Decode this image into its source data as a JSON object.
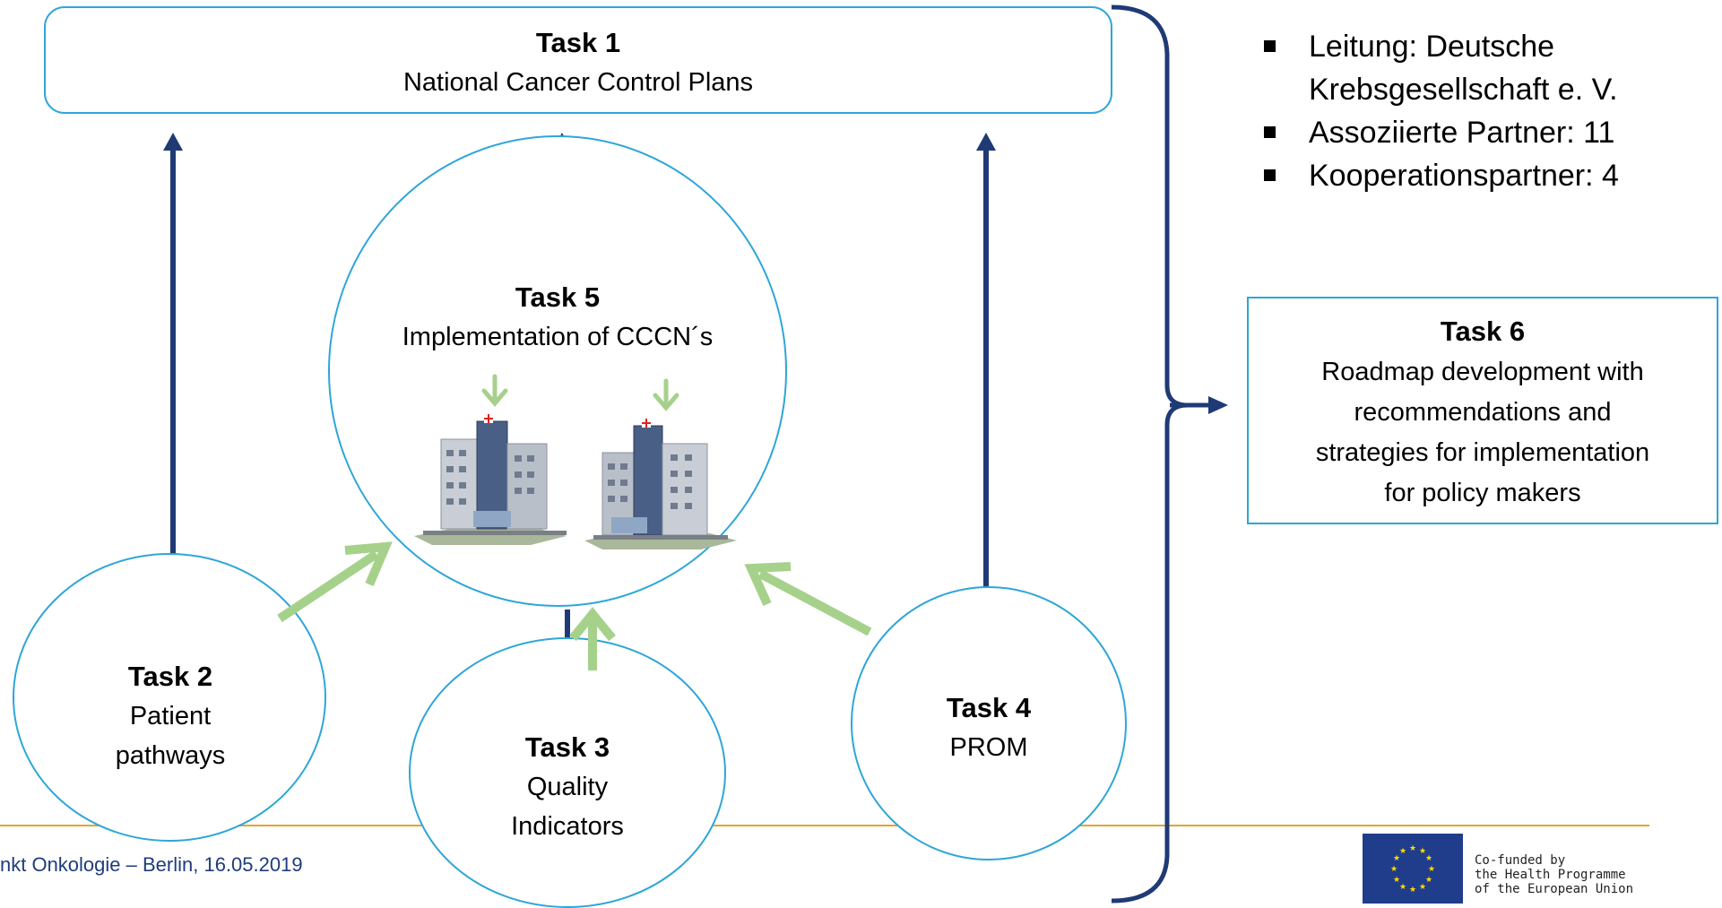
{
  "task1": {
    "title": "Task 1",
    "desc": "National Cancer Control Plans"
  },
  "task2": {
    "title": "Task 2",
    "desc_lines": [
      "Patient",
      "pathways"
    ]
  },
  "task3": {
    "title": "Task 3",
    "desc_lines": [
      "Quality",
      "Indicators"
    ]
  },
  "task4": {
    "title": "Task 4",
    "desc": "PROM"
  },
  "task5": {
    "title": "Task 5",
    "desc": "Implementation of CCCN´s"
  },
  "task6": {
    "title": "Task 6",
    "desc_lines": [
      "Roadmap development with",
      "recommendations and",
      "strategies for implementation",
      "for policy makers"
    ]
  },
  "bullets": [
    "Leitung: Deutsche",
    "Krebsgesellschaft e. V.",
    "Assoziierte Partner: 11",
    "Kooperationspartner: 4"
  ],
  "footer": {
    "text": "nkt Onkologie – Berlin, 16.05.2019",
    "eu_lines": [
      "Co-funded by",
      "the Health Programme",
      "of the European Union"
    ]
  },
  "colors": {
    "node_border": "#2ea6d8",
    "dark_arrow": "#1f3a75",
    "green_arrow": "#a6d18b",
    "footer_line": "#e0a431",
    "eu_blue": "#1f3d8a",
    "eu_star": "#ffdd00"
  },
  "icons": [
    "hospital-building-icon",
    "eu-flag-icon"
  ]
}
